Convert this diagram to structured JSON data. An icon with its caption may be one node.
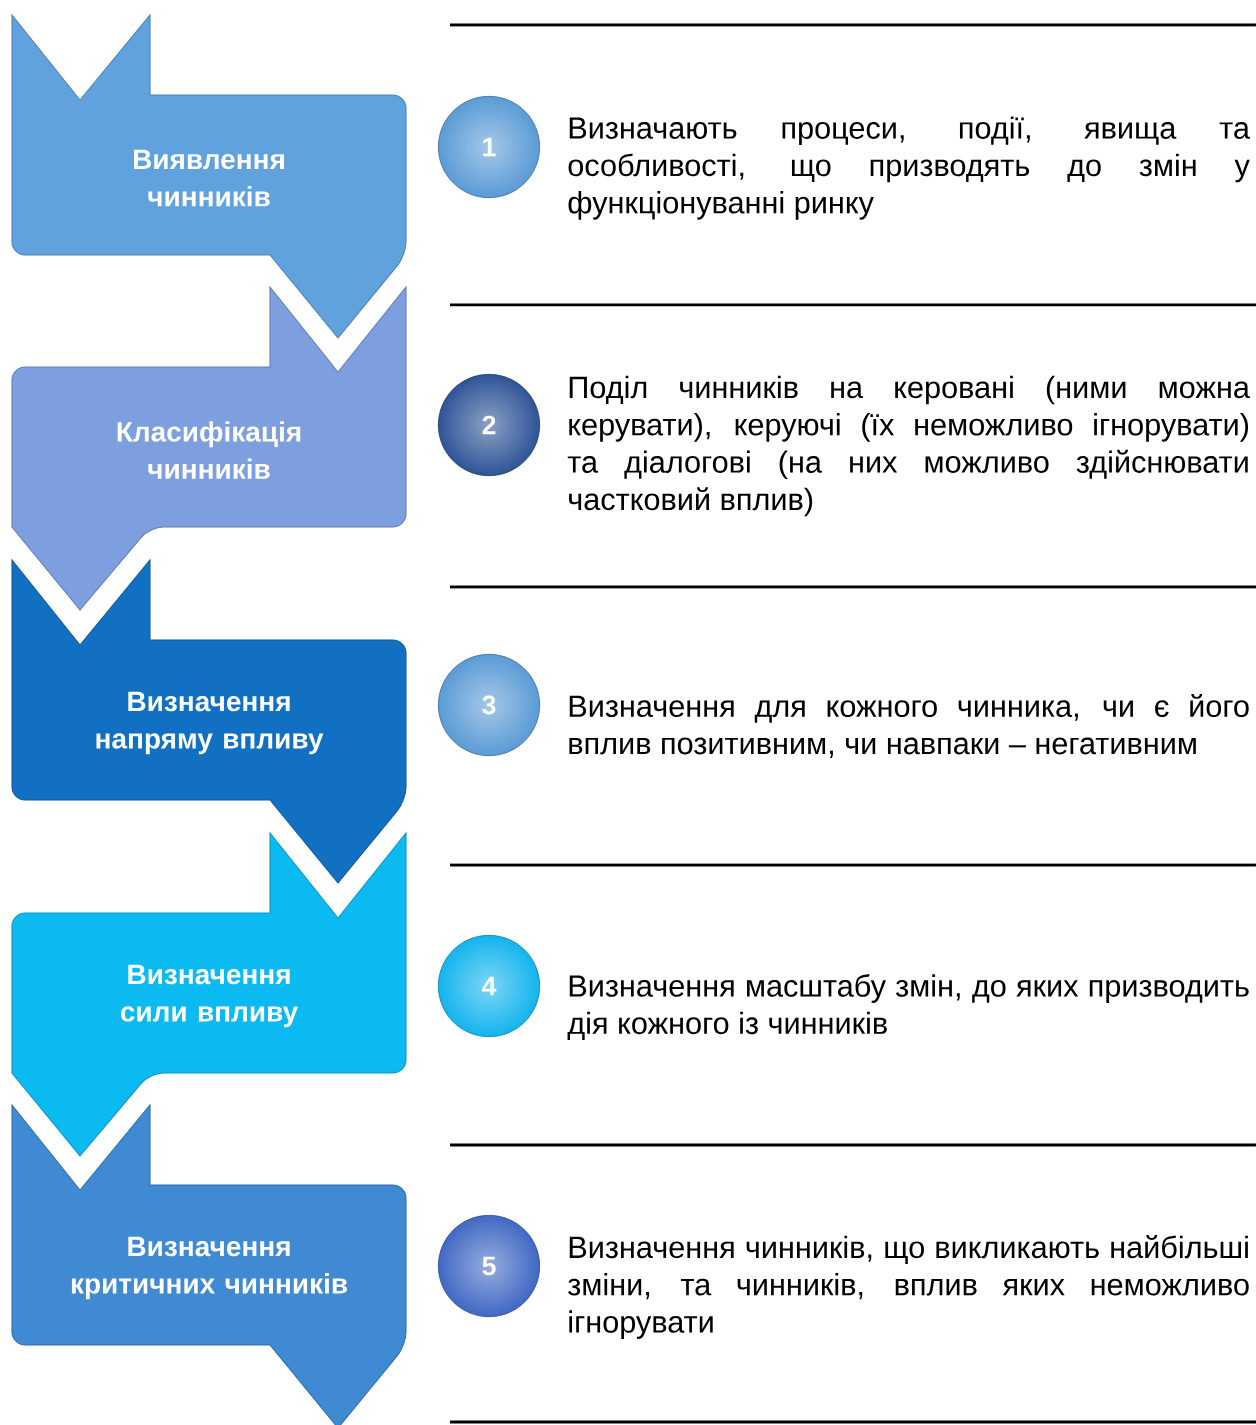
{
  "diagram": {
    "nodes": [
      {
        "text": [
          "Виявлення чинників"
        ]
      },
      {
        "text": [
          "Класифікація чинників"
        ]
      },
      {
        "text": [
          "Визначення напряму впливу"
        ]
      },
      {
        "text": [
          "Визначення сили впливу"
        ]
      },
      {
        "text": [
          "Визначення критичних чинників"
        ]
      },
      {
        "text": [
          "1"
        ],
        "beside": [
          "Визначають процеси, події, явища та особливості, що призводять до змін у функціонуванні ринку"
        ]
      },
      {
        "text": [
          "2"
        ],
        "beside": [
          "Поділ чинників на керовані (ними можна керувати), керуючі (їх неможливо ігнорувати) та діалогові (на них можливо здійснювати частковий вплив)"
        ]
      },
      {
        "text": [
          "3"
        ],
        "beside": [
          "Визначення для кожного чинника, чи є його вплив позитивним, чи навпаки – негативним"
        ]
      },
      {
        "text": [
          "4"
        ],
        "beside": [
          "Визначення масштабу змін, до яких призводить дія кожного із чинників"
        ]
      },
      {
        "text": [
          "5"
        ],
        "beside": [
          "Визначення чинників, що викликають найбільші зміни, та чинників, вплив яких неможливо ігнорувати"
        ]
      }
    ]
  }
}
